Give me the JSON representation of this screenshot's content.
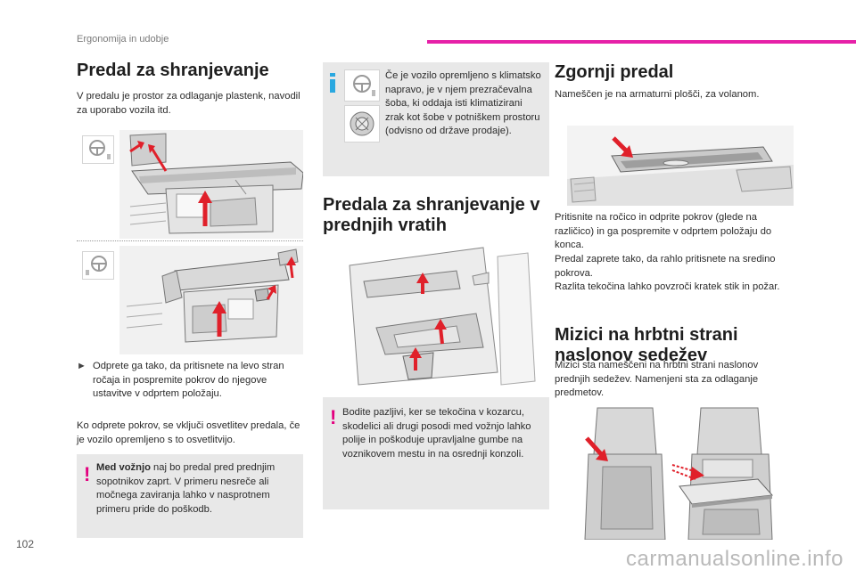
{
  "header": {
    "section": "Ergonomija in udobje"
  },
  "page_number": "102",
  "watermark": "carmanualsonline.info",
  "col1": {
    "title": "Predal za shranjevanje",
    "intro": "V predalu je prostor za odlaganje plastenk, navodil za uporabo vozila itd.",
    "bullet_glyph": "",
    "bullet": "Odprete ga tako, da pritisnete na levo stran ročaja in pospremite pokrov do njegove ustavitve v odprtem položaju.",
    "para": "Ko odprete pokrov, se vključi osvetlitev predala, če je vozilo opremljeno s to osvetlitvijo.",
    "warning_bold": "Med vožnjo",
    "warning_rest": " naj bo predal pred prednjim sopotnikov zaprt. V primeru nesreče ali močnega zaviranja lahko v nasprotnem primeru pride do poškodb."
  },
  "col2": {
    "info_text": "Če je vozilo opremljeno s klimatsko napravo, je v njem prezračevalna šoba, ki oddaja isti klimatizirani zrak kot šobe v potniškem prostoru (odvisno od države prodaje).",
    "title": "Predala za shranjevanje v prednjih vratih",
    "warning_text": "Bodite pazljivi, ker se tekočina v kozarcu, skodelici ali drugi posodi med vožnjo lahko polije in poškoduje upravljalne gumbe na voznikovem mestu in na osrednji konzoli."
  },
  "col3": {
    "title1": "Zgornji predal",
    "intro1": "Nameščen je na armaturni plošči, za volanom.",
    "para1_a": "Pritisnite na ročico in odprite pokrov (glede na različico) in ga pospremite v odprtem položaju do konca.",
    "para1_b": "Predal zaprete tako, da rahlo pritisnete na sredino pokrova.",
    "para1_c": "Razlita tekočina lahko povzroči kratek stik in požar.",
    "title2": "Mizici na hrbtni strani naslonov sedežev",
    "intro2": "Mizici sta nameščeni na hrbtni strani naslonov prednjih sedežev. Namenjeni sta za odlaganje predmetov."
  },
  "colors": {
    "accent_pink": "#e620a8",
    "warning_pink": "#e3007f",
    "info_blue": "#2aa8e0",
    "arrow_red": "#e0202a",
    "panel_grey": "#e8e8e8"
  }
}
